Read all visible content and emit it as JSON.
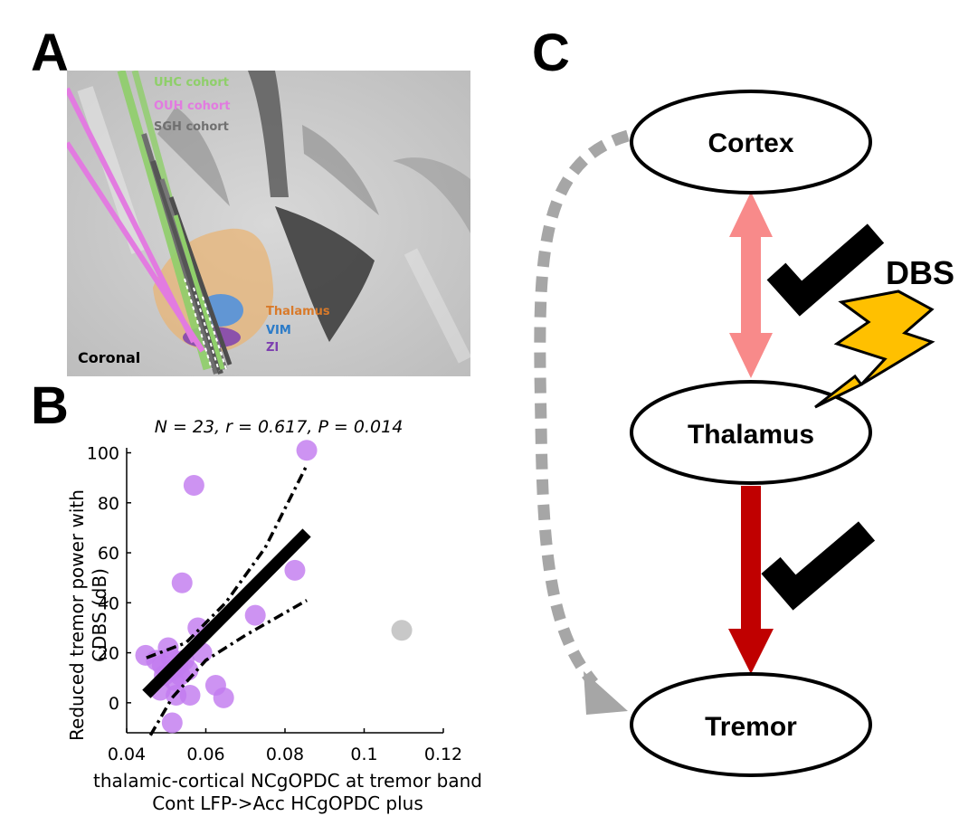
{
  "panels": {
    "a": "A",
    "b": "B",
    "c": "C"
  },
  "panel_a": {
    "cohorts": [
      {
        "label": "UHC cohort",
        "color": "#8fcf6a"
      },
      {
        "label": "OUH cohort",
        "color": "#e27be0"
      },
      {
        "label": "SGH cohort",
        "color": "#707070"
      }
    ],
    "regions": [
      {
        "label": "Thalamus",
        "color": "#d97a2a"
      },
      {
        "label": "VIM",
        "color": "#2b7bc8"
      },
      {
        "label": "ZI",
        "color": "#7d3fb0"
      }
    ],
    "view_label": "Coronal"
  },
  "chart_data": {
    "type": "scatter",
    "title": "N = 23, r = 0.617, P = 0.014",
    "xlabel": "thalamic-cortical NCgOPDC at tremor band",
    "xlabel2": "Cont LFP->Acc HCgOPDC plus",
    "ylabel": "Reduced tremor power with",
    "ylabel2": "CDBS (dB)",
    "xlim": [
      0.04,
      0.12
    ],
    "ylim": [
      -12,
      102
    ],
    "xticks": [
      0.04,
      0.06,
      0.08,
      0.1,
      0.12
    ],
    "xtick_labels": [
      "0.04",
      "0.06",
      "0.08",
      "0.1",
      "0.12"
    ],
    "yticks": [
      0,
      20,
      40,
      60,
      80,
      100
    ],
    "ytick_labels": [
      "0",
      "20",
      "40",
      "60",
      "80",
      "100"
    ],
    "point_color": "#c27bef",
    "outlier_color": "#c8c8c8",
    "points": [
      [
        0.0448,
        19
      ],
      [
        0.0475,
        17
      ],
      [
        0.049,
        15
      ],
      [
        0.0495,
        11
      ],
      [
        0.0485,
        5
      ],
      [
        0.0505,
        22
      ],
      [
        0.0512,
        18
      ],
      [
        0.0515,
        13
      ],
      [
        0.052,
        9
      ],
      [
        0.0525,
        3
      ],
      [
        0.0515,
        -8
      ],
      [
        0.053,
        15
      ],
      [
        0.0535,
        11
      ],
      [
        0.054,
        48
      ],
      [
        0.0545,
        17
      ],
      [
        0.0555,
        13
      ],
      [
        0.056,
        3
      ],
      [
        0.057,
        87
      ],
      [
        0.058,
        30
      ],
      [
        0.059,
        20
      ],
      [
        0.0625,
        7
      ],
      [
        0.0645,
        2
      ],
      [
        0.0725,
        35
      ],
      [
        0.0825,
        53
      ],
      [
        0.0855,
        101
      ]
    ],
    "outlier_points": [
      [
        0.1095,
        29
      ]
    ],
    "fit_line": [
      [
        0.045,
        3.5
      ],
      [
        0.0855,
        68
      ]
    ],
    "ci_upper": [
      [
        0.045,
        18
      ],
      [
        0.055,
        24
      ],
      [
        0.065,
        40
      ],
      [
        0.075,
        62
      ],
      [
        0.0855,
        95
      ]
    ],
    "ci_lower": [
      [
        0.046,
        -13
      ],
      [
        0.0515,
        2
      ],
      [
        0.06,
        17
      ],
      [
        0.07,
        27
      ],
      [
        0.0855,
        41
      ]
    ]
  },
  "diagram": {
    "nodes": {
      "cortex": "Cortex",
      "thalamus": "Thalamus",
      "tremor": "Tremor"
    },
    "dbs_label": "DBS",
    "colors": {
      "cortex_thalamus_arrow": "#f88a8a",
      "thalamus_tremor_arrow": "#c00000",
      "dashed_arrow": "#a6a6a6",
      "lightning": "#ffc000"
    }
  }
}
